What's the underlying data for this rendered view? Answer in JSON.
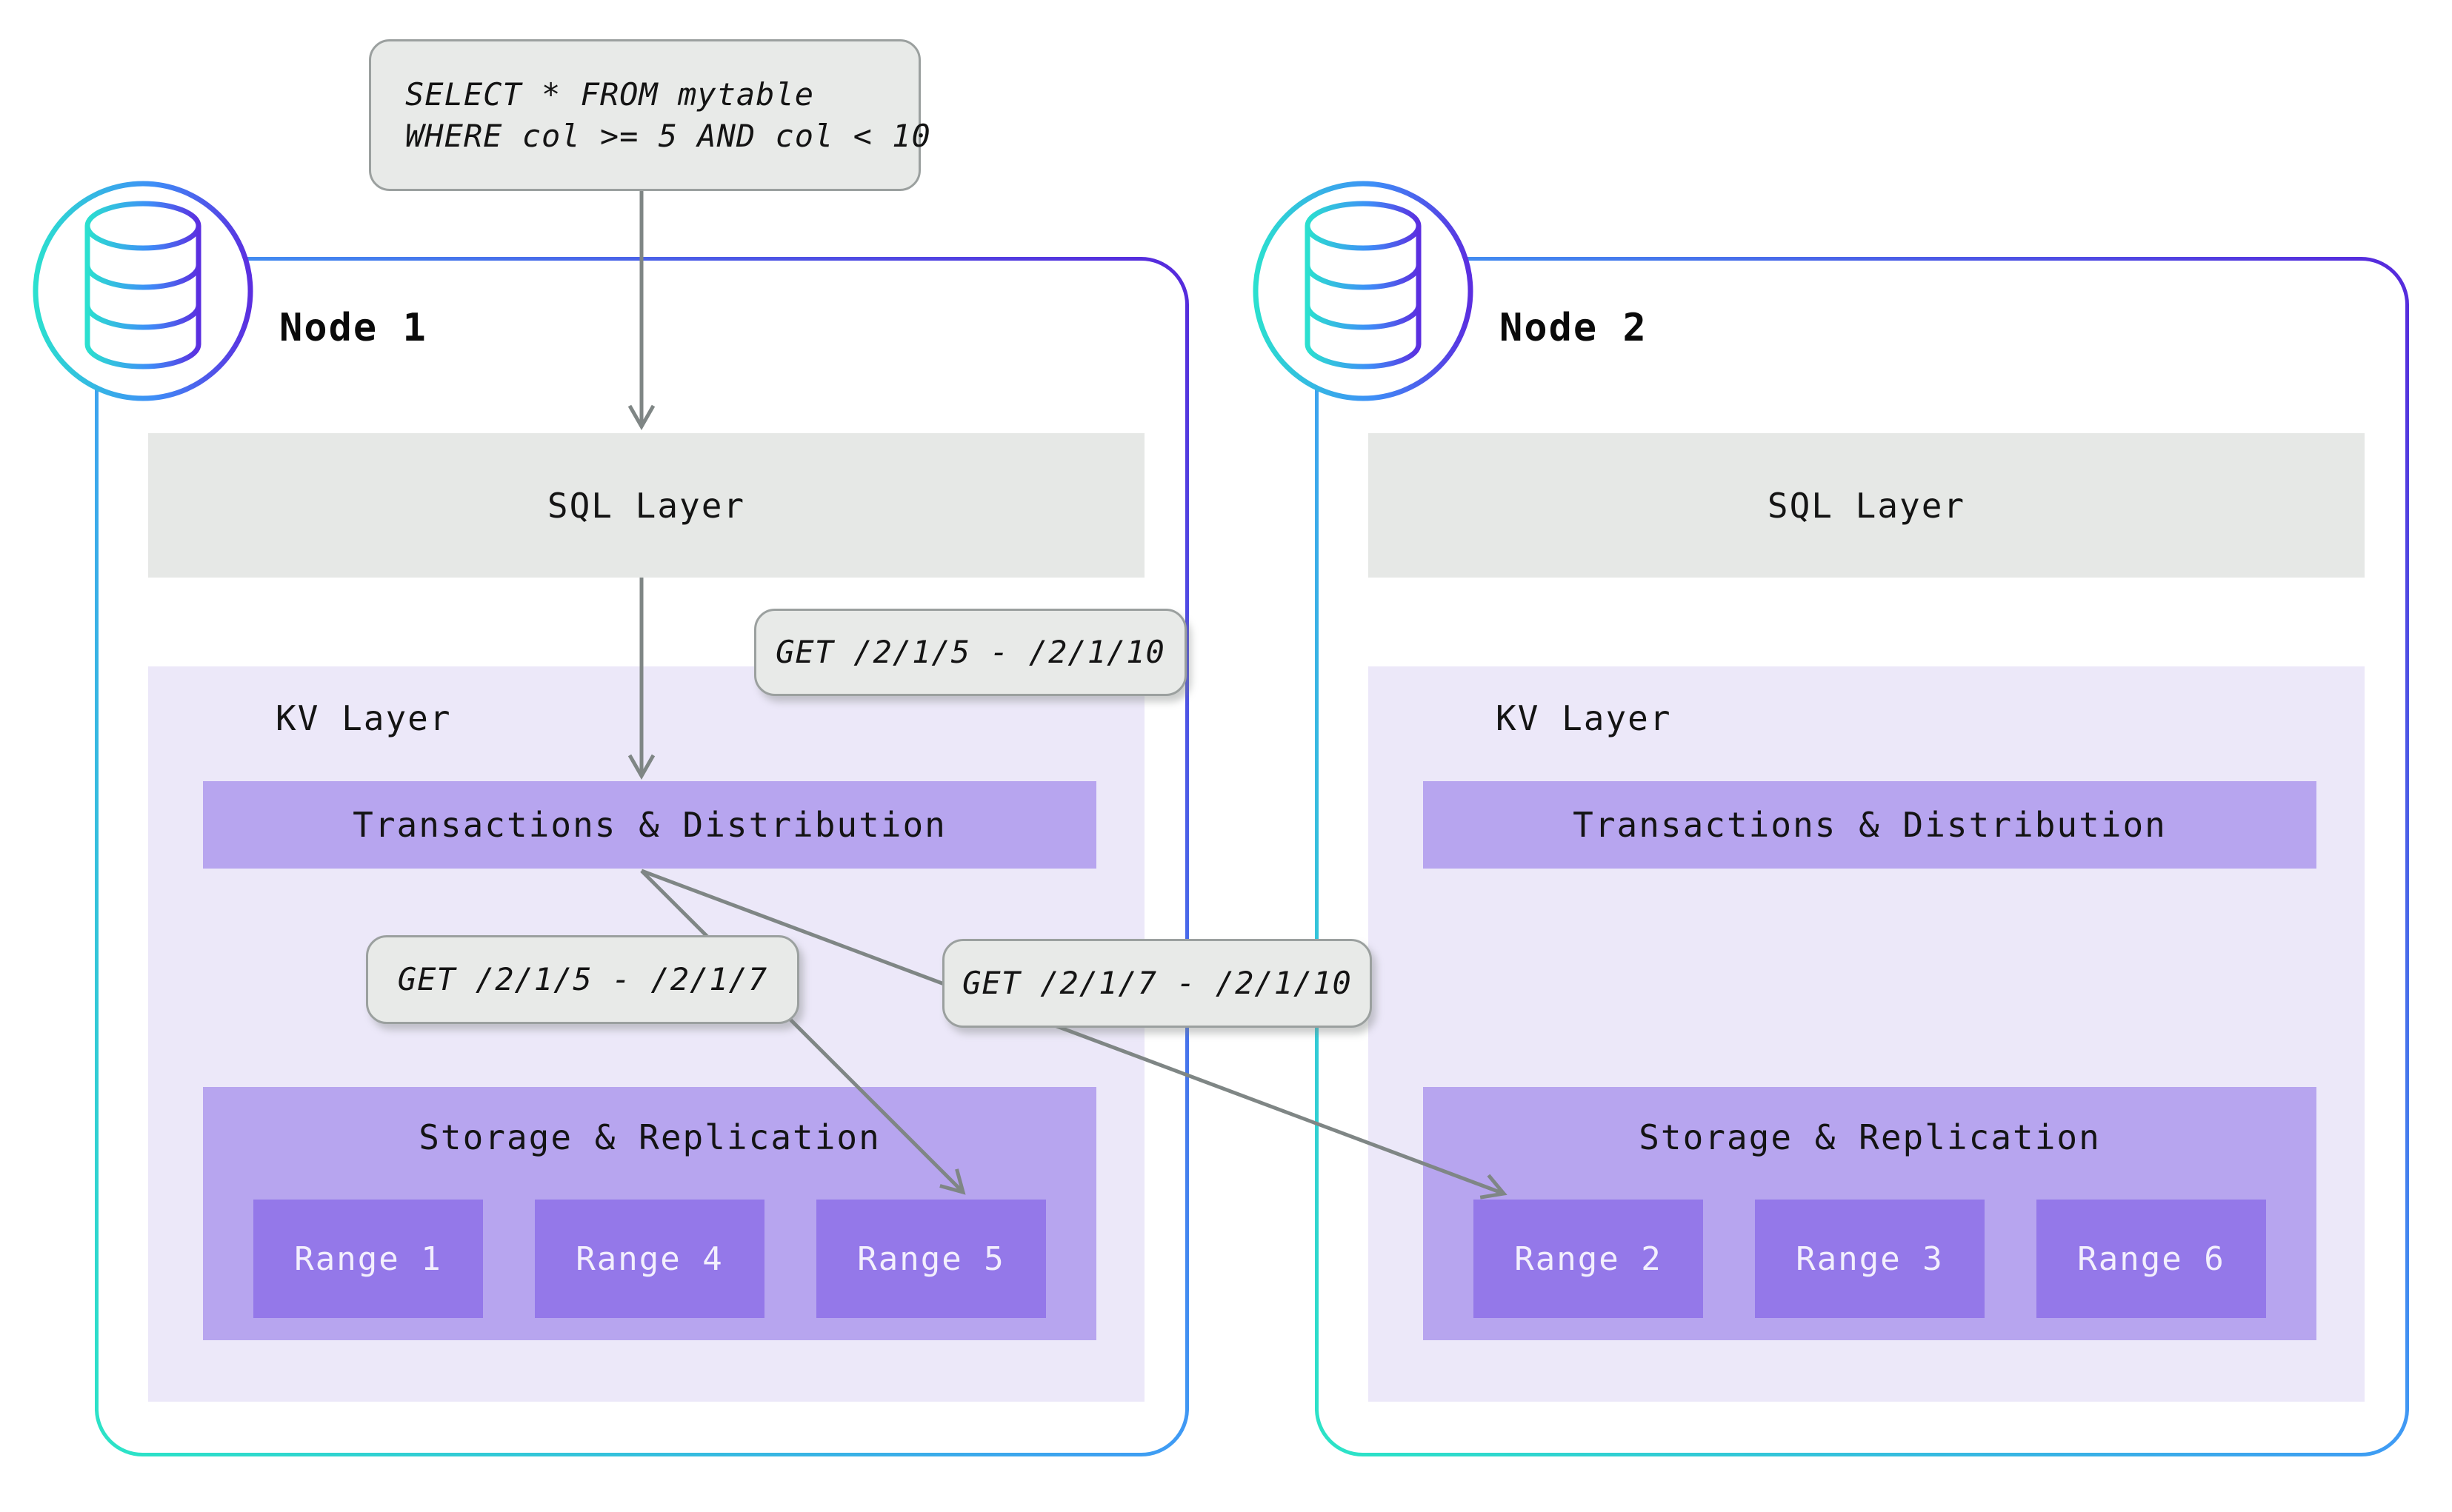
{
  "query": {
    "line1": "SELECT * FROM mytable",
    "line2": "WHERE col >= 5 AND col < 10"
  },
  "requests": {
    "get_full": "GET /2/1/5 - /2/1/10",
    "get_left": "GET /2/1/5 - /2/1/7",
    "get_right": "GET /2/1/7 - /2/1/10"
  },
  "nodes": [
    {
      "title": "Node 1",
      "sql_layer": "SQL Layer",
      "kv_layer": "KV Layer",
      "transactions": "Transactions & Distribution",
      "storage": "Storage & Replication",
      "ranges": [
        "Range 1",
        "Range 4",
        "Range 5"
      ]
    },
    {
      "title": "Node 2",
      "sql_layer": "SQL Layer",
      "kv_layer": "KV Layer",
      "transactions": "Transactions & Distribution",
      "storage": "Storage & Replication",
      "ranges": [
        "Range 2",
        "Range 3",
        "Range 6"
      ]
    }
  ],
  "icons": {
    "node_icon": "database-icon"
  },
  "colors": {
    "gradient_teal": "#2BE4C6",
    "gradient_blue": "#3F9BF4",
    "gradient_purple": "#5629DC",
    "sql_layer_gray": "#e6e8e6",
    "kv_layer_lavender": "#ece8f9",
    "bar_purple": "#b7a5ef",
    "range_purple": "#9478e9",
    "annotation_bg": "#e8eae8",
    "annotation_border": "#9ba09f",
    "arrow_gray": "#7f8685",
    "text_dark": "#141414",
    "range_text": "#f3effd"
  }
}
